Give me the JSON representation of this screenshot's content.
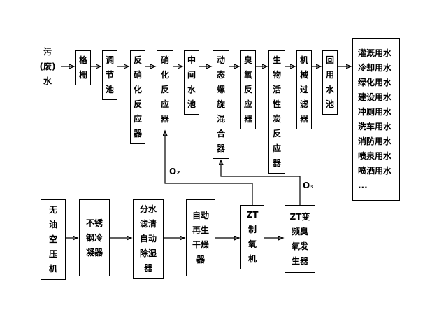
{
  "diagram": {
    "source_label": "污\n(废)\n水",
    "main_flow": [
      {
        "label": "格\n栅"
      },
      {
        "label": "调\n节\n池"
      },
      {
        "label": "反\n硝\n化\n反\n应\n器"
      },
      {
        "label": "硝\n化\n反\n应\n器"
      },
      {
        "label": "中\n间\n水\n池"
      },
      {
        "label": "动\n态\n螺\n旋\n混\n合\n器"
      },
      {
        "label": "臭\n氧\n反\n应\n器"
      },
      {
        "label": "生\n物\n活\n性\n炭\n反\n应\n器"
      },
      {
        "label": "机\n械\n过\n滤\n器"
      },
      {
        "label": "回\n用\n水\n池"
      }
    ],
    "reuse_uses": "灌溉用水\n冷却用水\n绿化用水\n建设用水\n冲厕用水\n洗车用水\n消防用水\n喷泉用水\n喷洒用水\n...",
    "gas_train": [
      {
        "label": "无\n油\n空\n压\n机"
      },
      {
        "label": "不锈\n钢冷\n凝器"
      },
      {
        "label": "分水\n滤清\n自动\n除湿\n器"
      },
      {
        "label": "自动\n再生\n干燥\n器"
      },
      {
        "label": "ZT\n制\n氧\n机"
      },
      {
        "label": "ZT变\n频臭\n氧发\n生器"
      }
    ],
    "gas_labels": {
      "o2": "O₂",
      "o3": "O₃"
    }
  }
}
